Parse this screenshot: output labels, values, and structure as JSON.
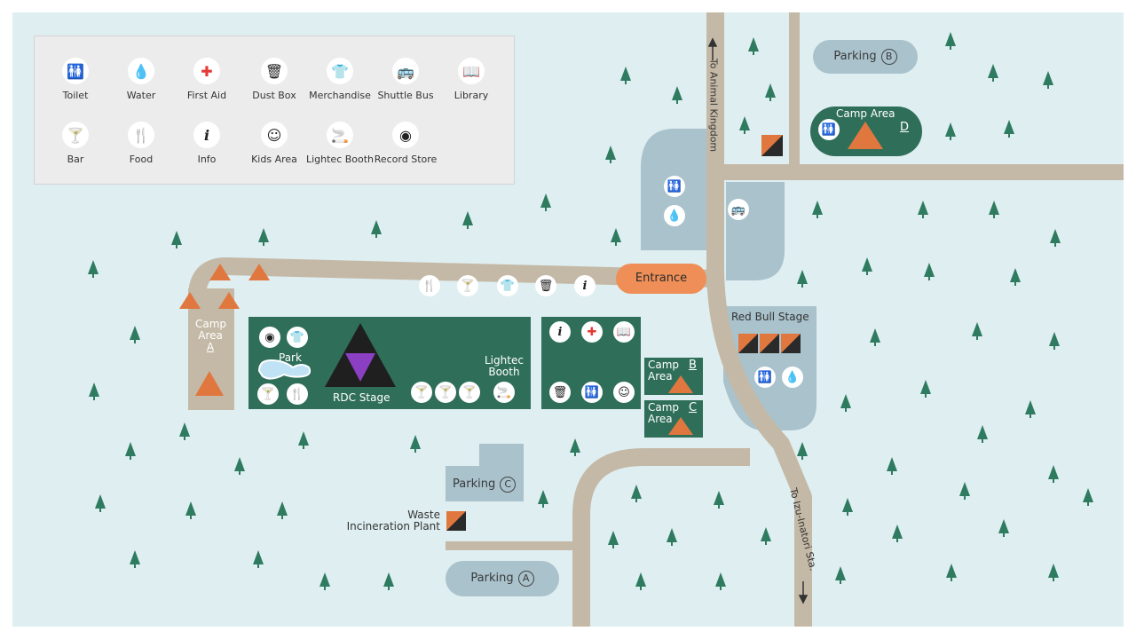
{
  "legend": {
    "items": [
      {
        "key": "toilet",
        "label": "Toilet",
        "glyph": "🚻"
      },
      {
        "key": "water",
        "label": "Water",
        "glyph": "💧"
      },
      {
        "key": "first-aid",
        "label": "First Aid",
        "glyph": "✚"
      },
      {
        "key": "dust-box",
        "label": "Dust Box",
        "glyph": "🗑"
      },
      {
        "key": "merchandise",
        "label": "Merchandise",
        "glyph": "👕"
      },
      {
        "key": "shuttle-bus",
        "label": "Shuttle Bus",
        "glyph": "🚌"
      },
      {
        "key": "library",
        "label": "Library",
        "glyph": "📖"
      },
      {
        "key": "bar",
        "label": "Bar",
        "glyph": "🍸"
      },
      {
        "key": "food",
        "label": "Food",
        "glyph": "🍴"
      },
      {
        "key": "info",
        "label": "Info",
        "glyph": "i"
      },
      {
        "key": "kids-area",
        "label": "Kids Area",
        "glyph": "☺"
      },
      {
        "key": "lightec-booth",
        "label": "Lightec Booth",
        "glyph": "🚬"
      },
      {
        "key": "record-store",
        "label": "Record Store",
        "glyph": "◉"
      }
    ]
  },
  "places": {
    "parking_a": {
      "label": "Parking",
      "letter": "A"
    },
    "parking_b": {
      "label": "Parking",
      "letter": "B"
    },
    "parking_c": {
      "label": "Parking",
      "letter": "C"
    },
    "camp_a": {
      "label": "Camp\nArea",
      "letter": "A"
    },
    "camp_b": {
      "label": "Camp\nArea",
      "letter": "B"
    },
    "camp_c": {
      "label": "Camp\nArea",
      "letter": "C"
    },
    "camp_d": {
      "label": "Camp Area",
      "letter": "D"
    },
    "entrance": "Entrance",
    "rdc_stage": "RDC Stage",
    "park": "Park",
    "lightec_booth": "Lightec\nBooth",
    "red_bull_stage": "Red Bull Stage",
    "waste_plant": "Waste\nIncineration Plant",
    "to_animal_kingdom": "To Animal Kingdom",
    "to_izu": "To Izu-Inatori Sta."
  },
  "colors": {
    "grass": "#dfeef1",
    "road": "#c4b9a6",
    "green": "#2f6f5a",
    "parking": "#a9c2cc",
    "entrance": "#ef8f57",
    "tree": "#2e7b60",
    "orange": "#e0773f"
  }
}
